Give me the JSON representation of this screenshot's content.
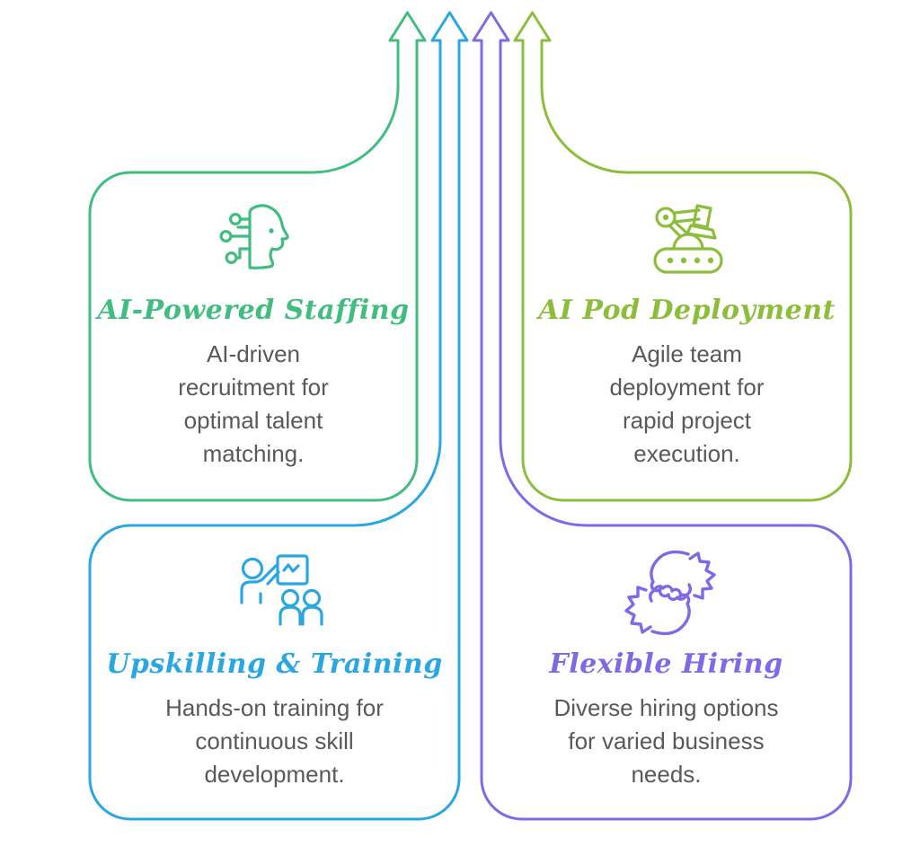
{
  "page": {
    "background": "#ffffff",
    "arrow_direction": "up"
  },
  "text_color": "#58595c",
  "cards": [
    {
      "id": "ai-powered-staffing",
      "position": "top-left",
      "title": "AI-Powered Staffing",
      "description": [
        "AI-driven",
        "recruitment for",
        "optimal talent",
        "matching."
      ],
      "color": "#42bd80",
      "icon": "ai-head-circuit-icon",
      "arrow": "up"
    },
    {
      "id": "ai-pod-deployment",
      "position": "top-right",
      "title": "AI Pod Deployment",
      "description": [
        "Agile team",
        "deployment for",
        "rapid project",
        "execution."
      ],
      "color": "#8cbe3c",
      "icon": "robot-arm-conveyor-icon",
      "arrow": "up"
    },
    {
      "id": "upskilling-training",
      "position": "bottom-left",
      "title": "Upskilling & Training",
      "description": [
        "Hands-on training for",
        "continuous skill",
        "development."
      ],
      "color": "#2aa7e0",
      "icon": "trainer-whiteboard-people-icon",
      "arrow": "up"
    },
    {
      "id": "flexible-hiring",
      "position": "bottom-right",
      "title": "Flexible Hiring",
      "description": [
        "Diverse hiring options",
        "for varied business",
        "needs."
      ],
      "color": "#8169e6",
      "icon": "hands-together-icon",
      "arrow": "up"
    }
  ]
}
